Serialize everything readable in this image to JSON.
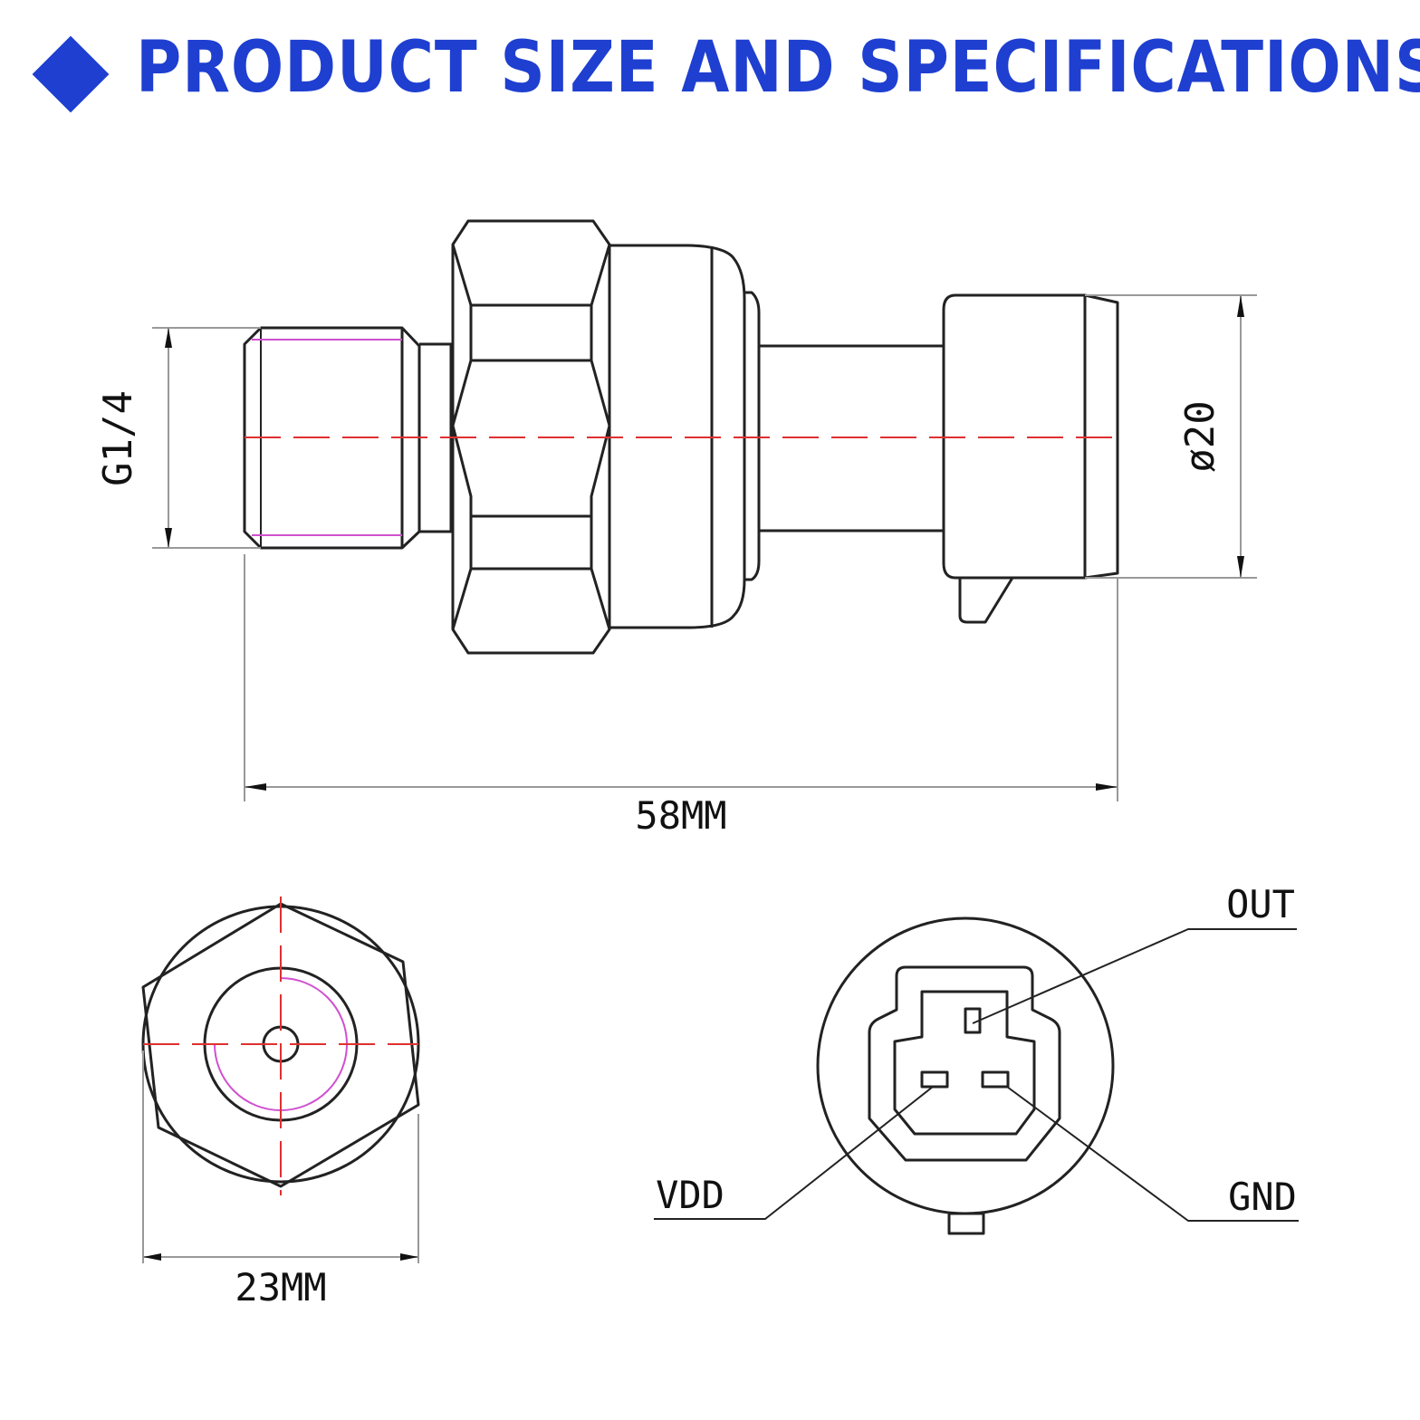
{
  "header": {
    "title": "PRODUCT SIZE AND SPECIFICATIONS",
    "accent_color": "#1e3fd0"
  },
  "side_view": {
    "thread_label": "G1/4",
    "diameter_label": "ø20",
    "length_label": "58MM"
  },
  "end_view": {
    "width_label": "23MM"
  },
  "connector": {
    "pin_out": "OUT",
    "pin_vdd": "VDD",
    "pin_gnd": "GND"
  },
  "colors": {
    "outline": "#222222",
    "centerline": "#e03030",
    "thread": "#d050d0",
    "dimension": "#999999"
  }
}
